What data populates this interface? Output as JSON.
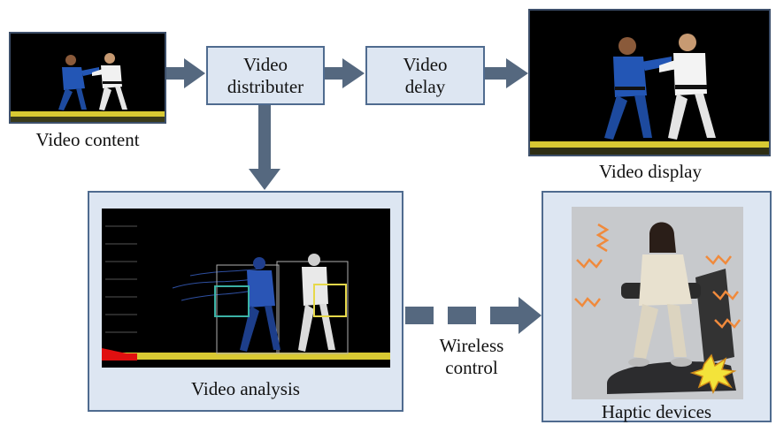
{
  "nodes": {
    "video_content": "Video content",
    "video_distributer": [
      "Video",
      "distributer"
    ],
    "video_delay": [
      "Video",
      "delay"
    ],
    "video_display": "Video display",
    "video_analysis": "Video analysis",
    "haptic_devices": "Haptic devices"
  },
  "edge_labels": {
    "wireless_control": [
      "Wireless",
      "control"
    ]
  },
  "colors": {
    "box_fill": "#dde6f2",
    "box_border": "#4f6b8f",
    "arrow": "#55687f",
    "mat_yellow": "#e8d62a",
    "vibration_orange": "#f08a3c"
  }
}
